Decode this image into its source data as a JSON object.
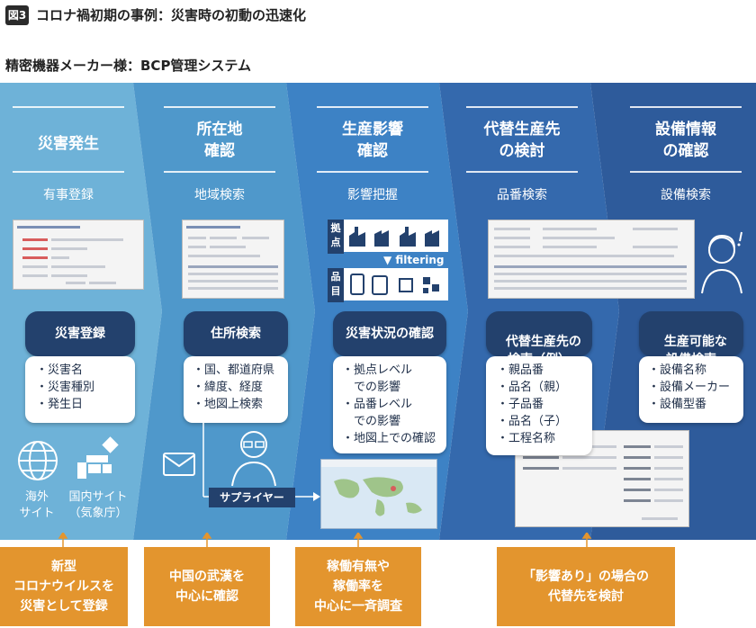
{
  "figure": {
    "badge": "図3",
    "title": "コロナ禍初期の事例：災害時の初動の迅速化",
    "subtitle": "精密機器メーカー様：BCP管理システム"
  },
  "colors": {
    "col1": "#6eb2d8",
    "col2": "#4f98cb",
    "col3": "#3d82c5",
    "col4": "#3469ad",
    "col5": "#2e5b9b",
    "card_dark": "#23416d",
    "orange": "#e3952e"
  },
  "columns": [
    {
      "heading": "災害発生",
      "function": "有事登録",
      "card_title": "災害登録",
      "items": [
        "・災害名",
        "・災害種別",
        "・発生日"
      ]
    },
    {
      "heading": "所在地\n確認",
      "function": "地域検索",
      "card_title": "住所検索",
      "items": [
        "・国、都道府県",
        "・緯度、経度",
        "・地図上検索"
      ]
    },
    {
      "heading": "生産影響\n確認",
      "function": "影響把握",
      "card_title": "災害状況の確認",
      "items": [
        "・拠点レベル",
        "　での影響",
        "・品番レベル",
        "　での影響",
        "・地図上での確認"
      ]
    },
    {
      "heading": "代替生産先\nの検討",
      "function": "品番検索",
      "card_title": "代替生産先の\n検索（例）",
      "items": [
        "・親品番",
        "・品名（親）",
        "・子品番",
        "・品名（子）",
        "・工程名称"
      ]
    },
    {
      "heading": "設備情報\nの確認",
      "function": "設備検索",
      "card_title": "生産可能な\n設備検索",
      "items": [
        "・設備名称",
        "・設備メーカー",
        "・設備型番"
      ]
    }
  ],
  "impact_panel": {
    "site_label": "拠点",
    "part_label": "品目",
    "filter_label": "▼ filtering"
  },
  "sources": {
    "overseas": "海外\nサイト",
    "domestic": "国内サイト\n（気象庁）"
  },
  "supplier_label": "サプライヤー",
  "bottom_notes": [
    "新型\nコロナウイルスを\n災害として登録",
    "中国の武漢を\n中心に確認",
    "稼働有無や\n稼働率を\n中心に一斉調査",
    "「影響あり」の場合の\n代替先を検討"
  ]
}
